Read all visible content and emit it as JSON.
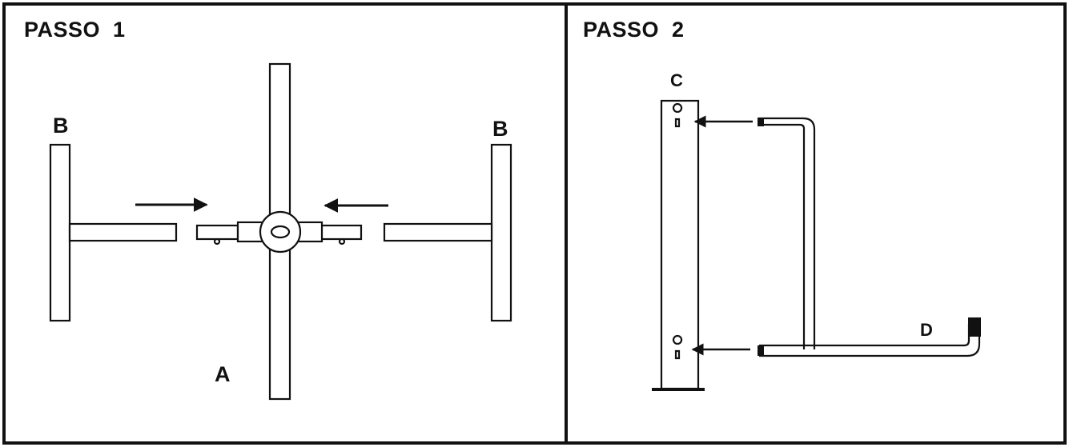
{
  "step1": {
    "title": "PASSO  1",
    "label_a": "A",
    "label_b_left": "B",
    "label_b_right": "B"
  },
  "step2": {
    "title": "PASSO  2",
    "label_c": "C",
    "label_d": "D"
  },
  "colors": {
    "ink": "#111111",
    "paper": "#ffffff"
  }
}
